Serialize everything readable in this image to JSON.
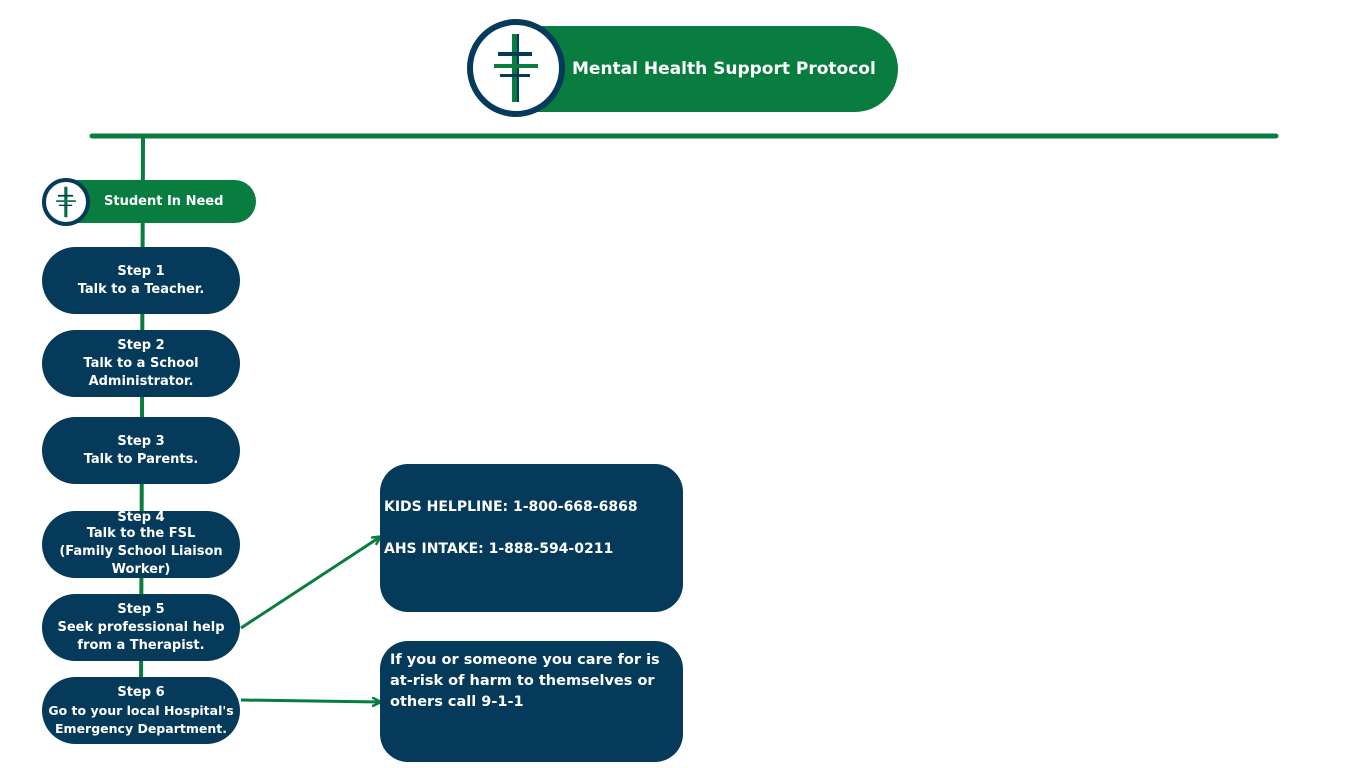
{
  "header": {
    "title": "Mental Health Support Protocol"
  },
  "start_node": {
    "label": "Student In Need"
  },
  "steps": [
    {
      "title": "Step 1",
      "body": "Talk to a Teacher."
    },
    {
      "title": "Step 2",
      "body": "Talk to a School\nAdministrator."
    },
    {
      "title": "Step 3",
      "body": "Talk to Parents."
    },
    {
      "title": "Step 4",
      "body": "Talk to the FSL\n(Family School Liaison\nWorker)"
    },
    {
      "title": "Step 5",
      "body": "Seek professional help\nfrom a Therapist."
    },
    {
      "title": "Step 6",
      "body": "Go to your local Hospital's\nEmergency Department."
    }
  ],
  "helplines": {
    "kids": "KIDS HELPLINE:  1-800-668-6868",
    "ahs": "AHS INTAKE:  1-888-594-0211"
  },
  "emergency": {
    "text": "If you or someone you care for is at-risk of harm to themselves or others call 9-1-1"
  },
  "logo": {
    "icon": "cross-logo-icon"
  },
  "colors": {
    "green": "#087d3f",
    "navy": "#053a5a",
    "background": "#ffffff"
  }
}
